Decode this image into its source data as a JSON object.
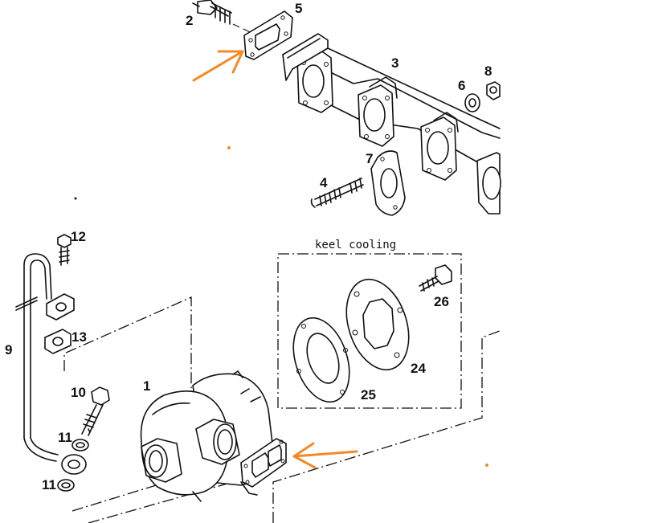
{
  "colors": {
    "accent": "#f08a2c",
    "ink": "#111111",
    "background": "#ffffff"
  },
  "labels": {
    "part_1": "1",
    "part_2": "2",
    "part_3": "3",
    "part_4": "4",
    "part_5": "5",
    "part_6": "6",
    "part_7": "7",
    "part_8": "8",
    "part_9": "9",
    "part_10": "10",
    "part_11a": "11",
    "part_11b": "11",
    "part_12": "12",
    "part_13": "13",
    "part_24": "24",
    "part_25": "25",
    "part_26": "26"
  },
  "keel_cooling_caption": "keel cooling"
}
